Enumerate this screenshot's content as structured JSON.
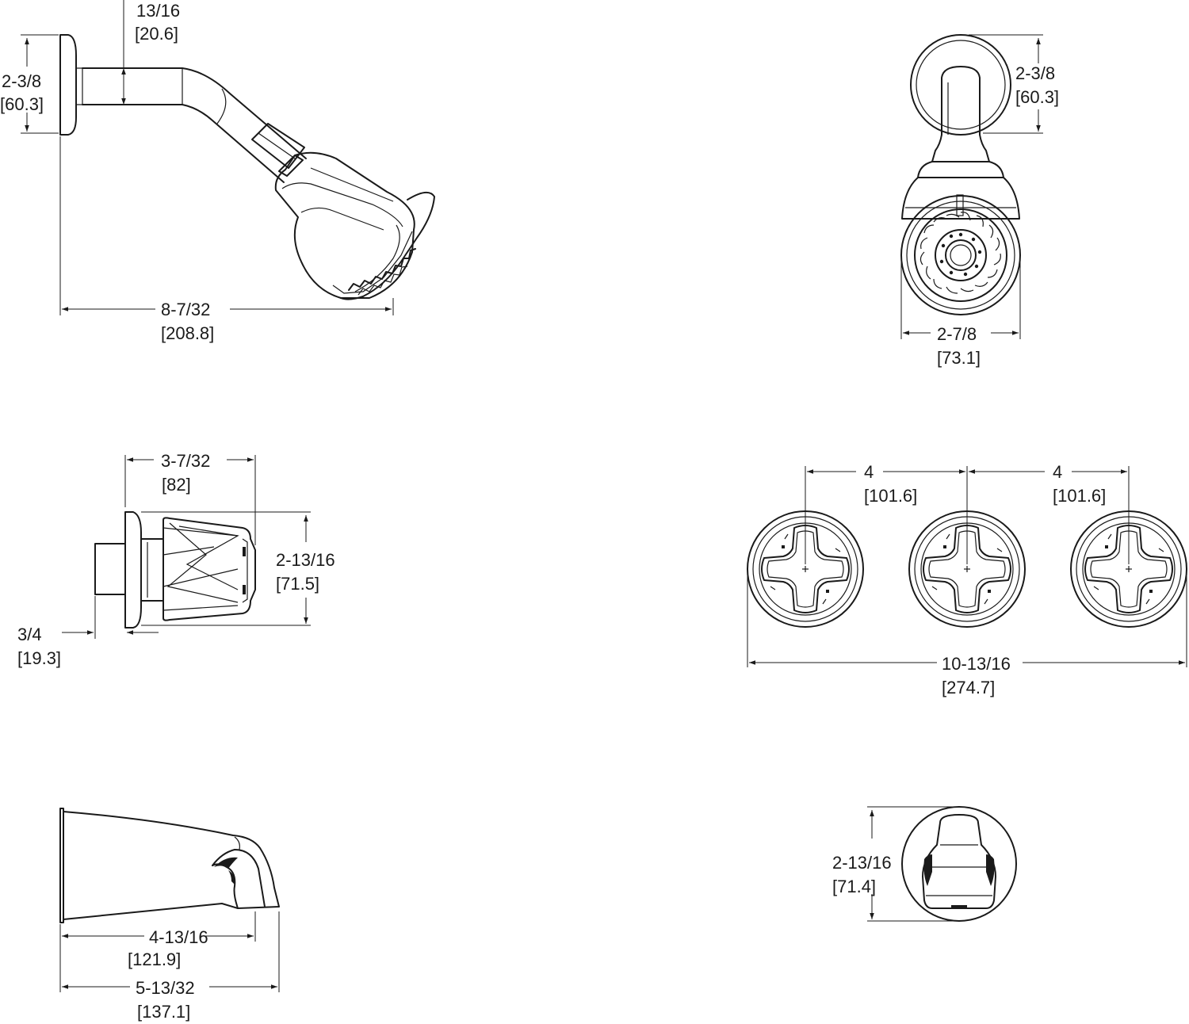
{
  "dimensions": {
    "arm_length": {
      "imperial": "13/16",
      "metric": "[20.6]"
    },
    "shower_flange_side": {
      "imperial": "2-3/8",
      "metric": "[60.3]"
    },
    "shower_overall": {
      "imperial": "8-7/32",
      "metric": "[208.8]"
    },
    "shower_flange_front": {
      "imperial": "2-3/8",
      "metric": "[60.3]"
    },
    "showerhead_diameter": {
      "imperial": "2-7/8",
      "metric": "[73.1]"
    },
    "handle_depth": {
      "imperial": "3-7/32",
      "metric": "[82]"
    },
    "handle_diameter": {
      "imperial": "2-13/16",
      "metric": "[71.5]"
    },
    "stem": {
      "imperial": "3/4",
      "metric": "[19.3]"
    },
    "spacing_left": {
      "imperial": "4",
      "metric": "[101.6]"
    },
    "spacing_right": {
      "imperial": "4",
      "metric": "[101.6]"
    },
    "handles_overall": {
      "imperial": "10-13/16",
      "metric": "[274.7]"
    },
    "spout_outlet": {
      "imperial": "4-13/16",
      "metric": "[121.9]"
    },
    "spout_overall": {
      "imperial": "5-13/32",
      "metric": "[137.1]"
    },
    "spout_front": {
      "imperial": "2-13/16",
      "metric": "[71.4]"
    }
  },
  "icons": [
    "shower-head-side-icon",
    "shower-head-front-icon",
    "handle-side-icon",
    "handle-front-icon",
    "tub-spout-side-icon",
    "tub-spout-front-icon"
  ]
}
